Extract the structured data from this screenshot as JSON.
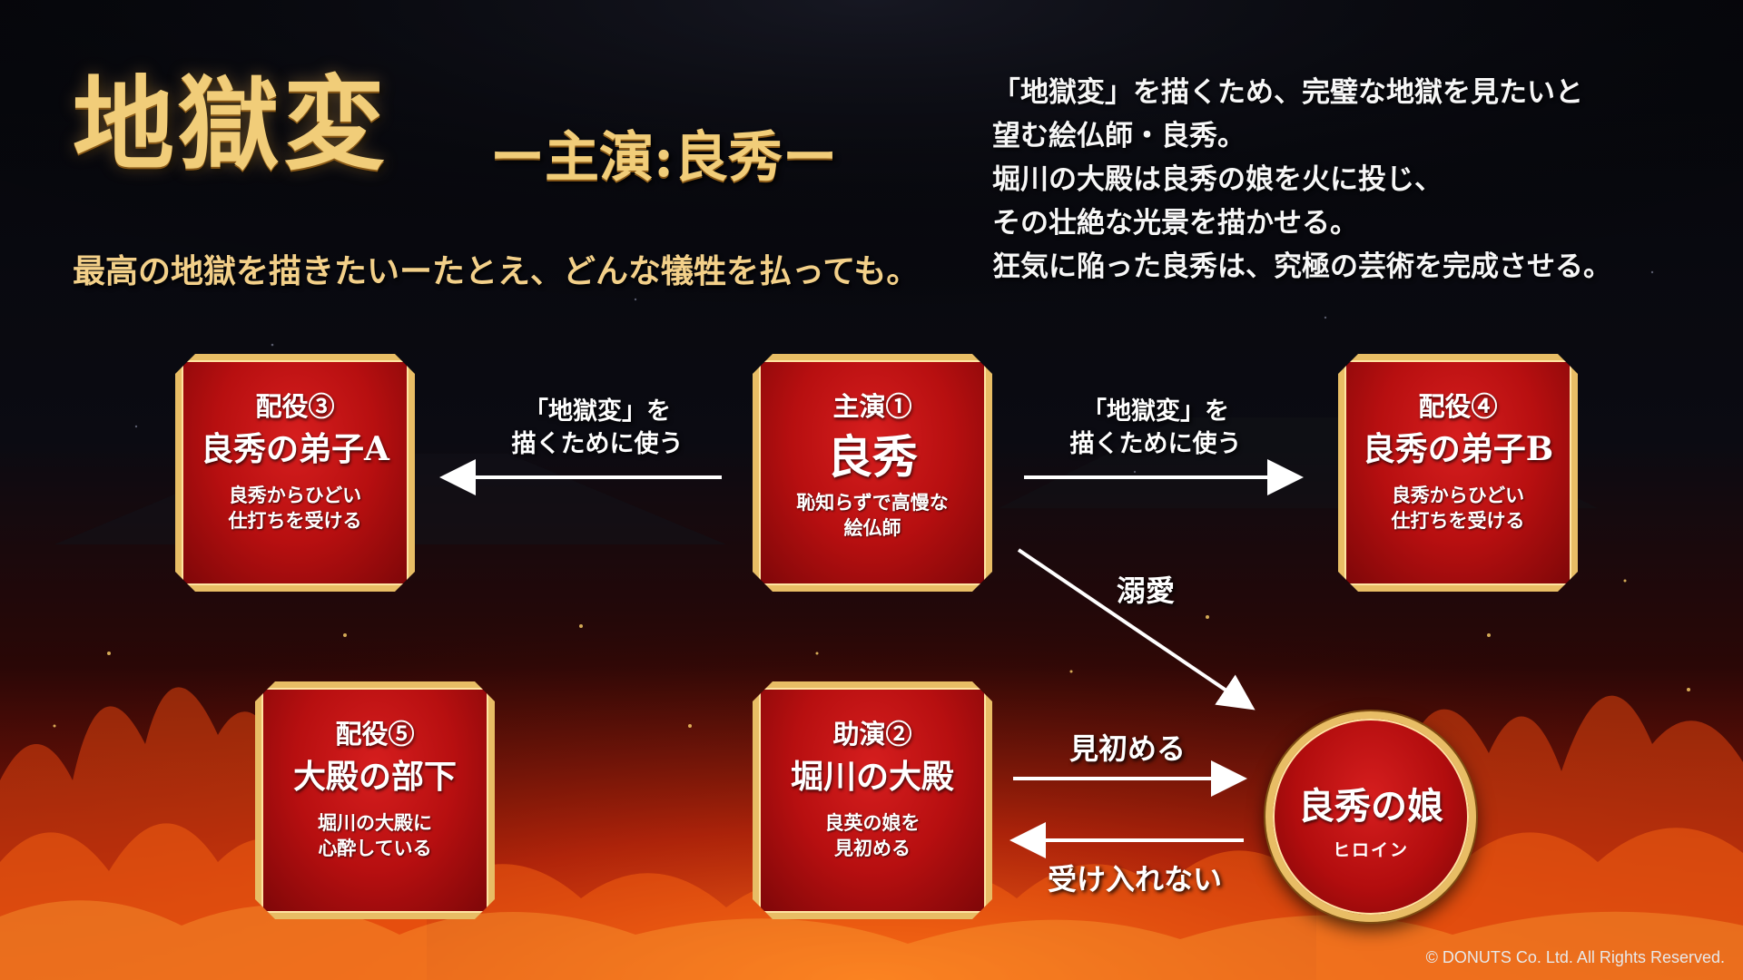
{
  "header": {
    "title": "地獄変",
    "subtitle": "ー主演:良秀ー",
    "tagline": "最高の地獄を描きたいーたとえ、どんな犠牲を払っても。"
  },
  "synopsis": [
    "「地獄変」を描くため、完璧な地獄を見たいと",
    "望む絵仏師・良秀。",
    "堀川の大殿は良秀の娘を火に投じ、",
    "その壮絶な光景を描かせる。",
    "狂気に陥った良秀は、究極の芸術を完成させる。"
  ],
  "cards": {
    "lead": {
      "role": "主演①",
      "name": "良秀",
      "desc": [
        "恥知らずで高慢な",
        "絵仏師"
      ]
    },
    "support3": {
      "role": "配役③",
      "name": "良秀の弟子A",
      "desc": [
        "良秀からひどい",
        "仕打ちを受ける"
      ]
    },
    "support4": {
      "role": "配役④",
      "name": "良秀の弟子B",
      "desc": [
        "良秀からひどい",
        "仕打ちを受ける"
      ]
    },
    "support5": {
      "role": "配役⑤",
      "name": "大殿の部下",
      "desc": [
        "堀川の大殿に",
        "心酔している"
      ]
    },
    "costar2": {
      "role": "助演②",
      "name": "堀川の大殿",
      "desc": [
        "良英の娘を",
        "見初める"
      ]
    }
  },
  "heroine": {
    "name": "良秀の娘",
    "desc": "ヒロイン"
  },
  "relations": {
    "use_left": [
      "「地獄変」を",
      "描くために使う"
    ],
    "use_right": [
      "「地獄変」を",
      "描くために使う"
    ],
    "doting": "溺愛",
    "falls_for": "見初める",
    "rejects": "受け入れない"
  },
  "footer": {
    "copyright": "© DONUTS Co. Ltd. All Rights Reserved."
  },
  "colors": {
    "gold": "#e8bd65",
    "card_red": "#b70f10",
    "background": "#06070c"
  }
}
